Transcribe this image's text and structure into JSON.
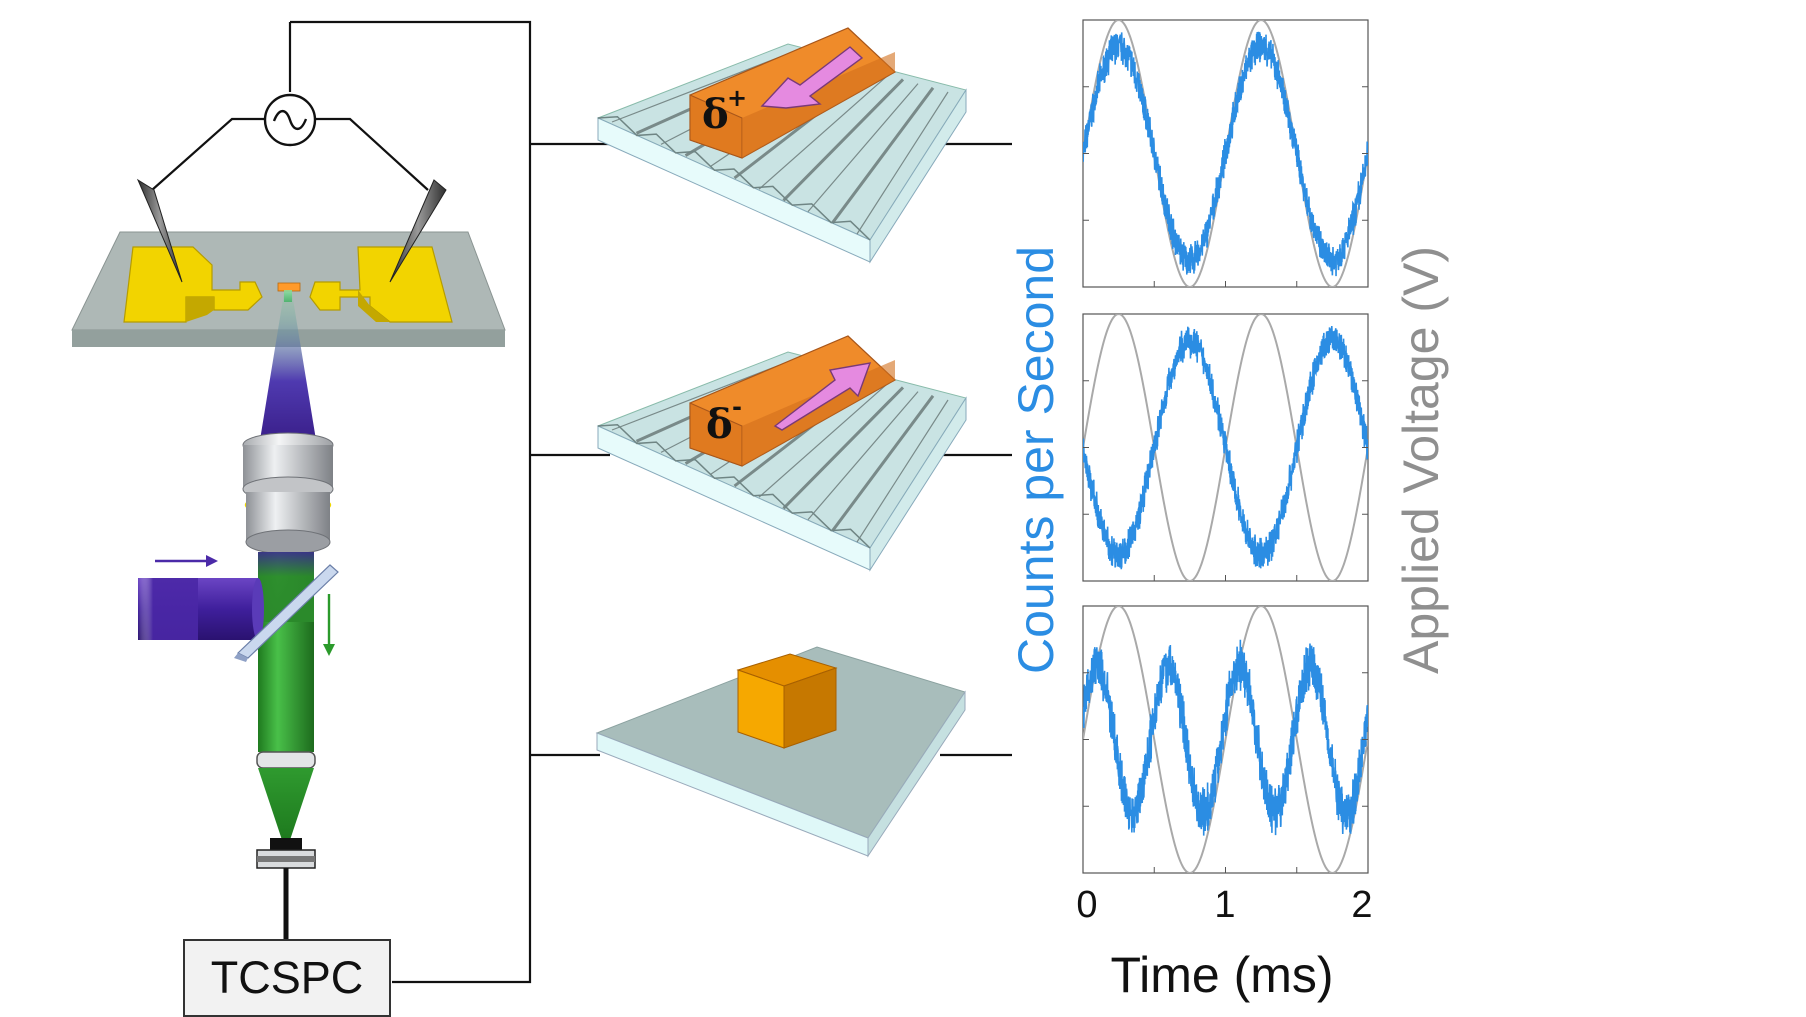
{
  "setup": {
    "tcspc_label": "TCSPC",
    "delta_plus": "δ+",
    "delta_minus": "δ-"
  },
  "chart": {
    "y_label_left": "Counts per Second",
    "y_label_right": "Applied Voltage (V)",
    "x_label": "Time (ms)",
    "x_ticks": [
      "0",
      "1",
      "2"
    ]
  },
  "colors": {
    "counts": "#2b8de3",
    "voltage": "#a9a9a9",
    "gold": "#f2d400",
    "orange": "#ef8b2a",
    "cube": "#f5a100",
    "substrate_top": "#c9e3e3",
    "substrate_side": "#e6fbfb",
    "excitation": "#5a2ca8",
    "emission": "#2b9a2b",
    "arrow_pink": "#e58ae0"
  },
  "chart_data": [
    {
      "type": "line",
      "case": "delta-plus",
      "x_range": [
        0,
        2
      ],
      "series": [
        {
          "role": "voltage",
          "frequency_khz": 1,
          "phase": "in-phase"
        },
        {
          "role": "counts",
          "frequency_khz": 1,
          "phase": "in-phase",
          "modulation_depth": 0.8,
          "noise": 0.08
        }
      ]
    },
    {
      "type": "line",
      "case": "delta-minus",
      "x_range": [
        0,
        2
      ],
      "series": [
        {
          "role": "voltage",
          "frequency_khz": 1,
          "phase": "in-phase"
        },
        {
          "role": "counts",
          "frequency_khz": 1,
          "phase": "anti-phase",
          "modulation_depth": 0.8,
          "noise": 0.08
        }
      ]
    },
    {
      "type": "line",
      "case": "cube",
      "x_range": [
        0,
        2
      ],
      "series": [
        {
          "role": "voltage",
          "frequency_khz": 1,
          "phase": "in-phase"
        },
        {
          "role": "counts",
          "frequency_khz": 2,
          "phase": "double-frequency",
          "modulation_depth": 0.55,
          "noise": 0.12
        }
      ]
    }
  ]
}
